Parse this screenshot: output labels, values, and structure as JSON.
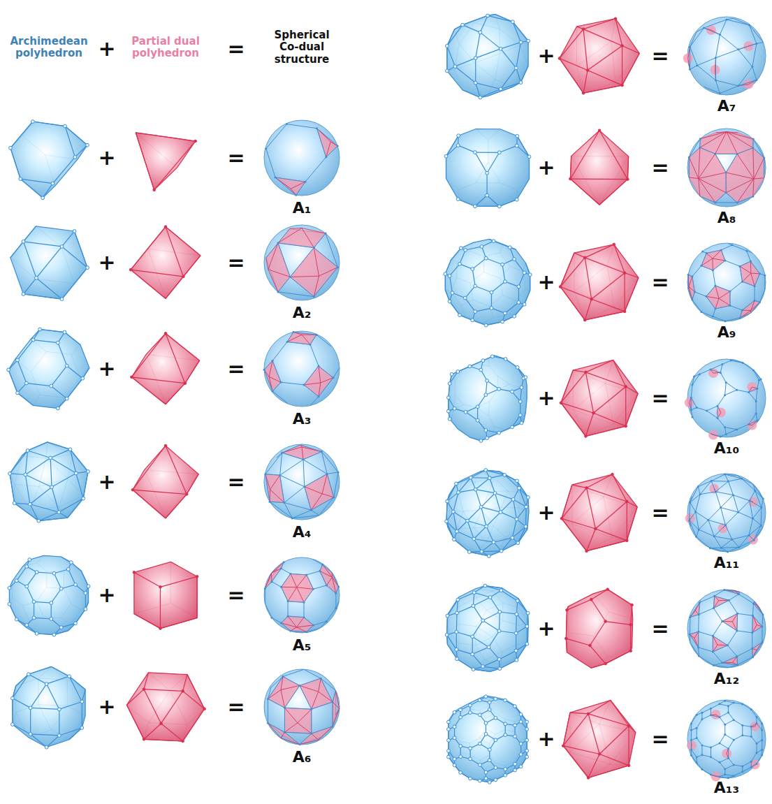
{
  "diagram": {
    "labels": [
      "Archimedean polyhedron",
      "+",
      "Partial dual polyhedron",
      "=",
      "Spherical Co-dual structure",
      "+",
      "=",
      "A₁",
      "+",
      "=",
      "A₂",
      "+",
      "=",
      "A₃",
      "+",
      "=",
      "A₄",
      "+",
      "=",
      "A₅",
      "+",
      "=",
      "A₆",
      "+",
      "=",
      "A₇",
      "+",
      "=",
      "A₈",
      "+",
      "=",
      "A₉",
      "+",
      "=",
      "A₁₀",
      "+",
      "=",
      "A₁₁",
      "+",
      "=",
      "A₁₂",
      "+",
      "=",
      "A₁₃"
    ]
  }
}
